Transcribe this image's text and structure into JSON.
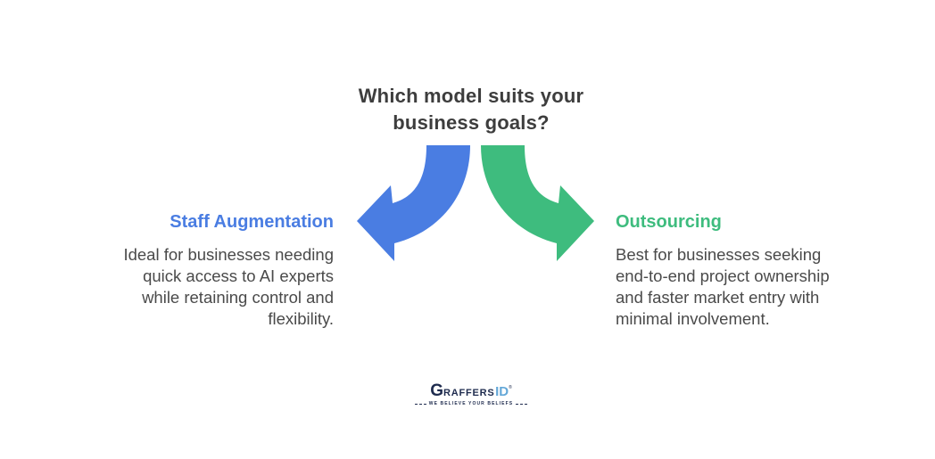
{
  "page": {
    "background_color": "#ffffff"
  },
  "title": {
    "lines": [
      "Which model suits your",
      "business goals?"
    ],
    "color": "#3d3d3d"
  },
  "arrows": {
    "left_color": "#4a7de2",
    "right_color": "#3ebc7e"
  },
  "left_block": {
    "heading": "Staff Augmentation",
    "heading_color": "#4a7de2",
    "lines": [
      "Ideal for businesses needing",
      "quick access to AI experts",
      "while retaining control and",
      "flexibility."
    ],
    "text_color": "#4a4a4a"
  },
  "right_block": {
    "heading": "Outsourcing",
    "heading_color": "#3ebc7e",
    "lines": [
      "Best for businesses seeking",
      "end-to-end project ownership",
      "and faster market entry with",
      "minimal involvement."
    ],
    "text_color": "#4a4a4a"
  },
  "logo": {
    "brand_initial": "G",
    "brand_rest": "RAFFERS",
    "brand_suffix": "ID",
    "trademark": "®",
    "tagline": "WE BELIEVE YOUR BELIEFS",
    "navy_color": "#1e2b4e",
    "blue_color": "#64a8d8"
  }
}
